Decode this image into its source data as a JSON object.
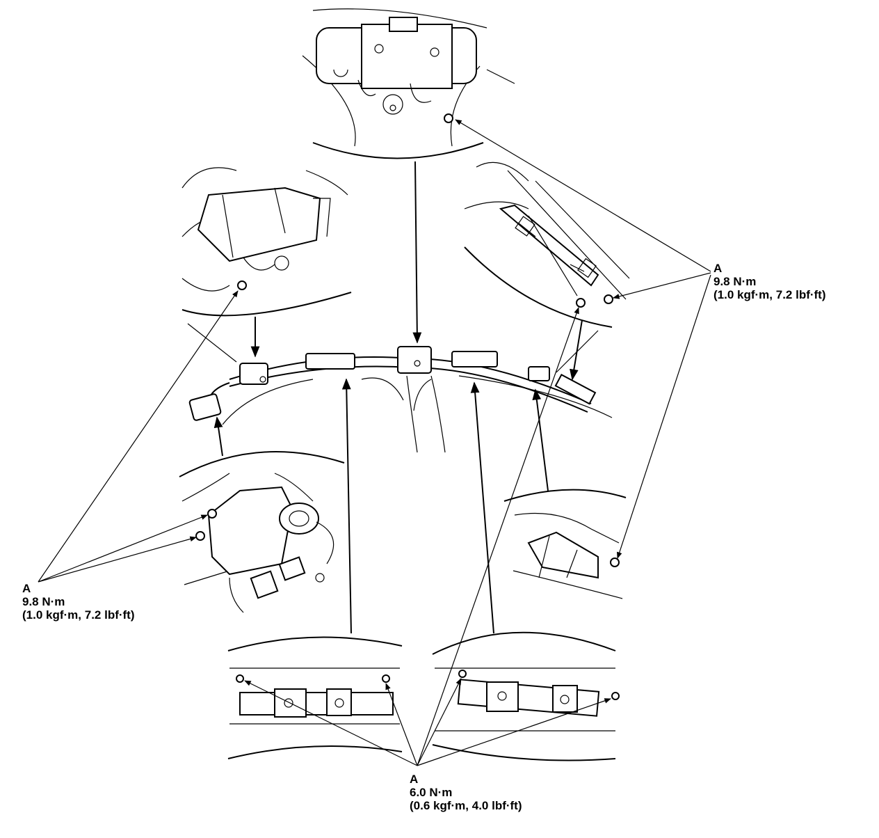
{
  "diagram": {
    "callouts": [
      {
        "id": "top-right",
        "letter": "A",
        "torque": "9.8 N·m",
        "alt": "(1.0 kgf·m, 7.2 lbf·ft)"
      },
      {
        "id": "left",
        "letter": "A",
        "torque": "9.8 N·m",
        "alt": "(1.0 kgf·m, 7.2 lbf·ft)"
      },
      {
        "id": "bottom",
        "letter": "A",
        "torque": "6.0 N·m",
        "alt": "(0.6 kgf·m, 4.0 lbf·ft)"
      }
    ]
  }
}
